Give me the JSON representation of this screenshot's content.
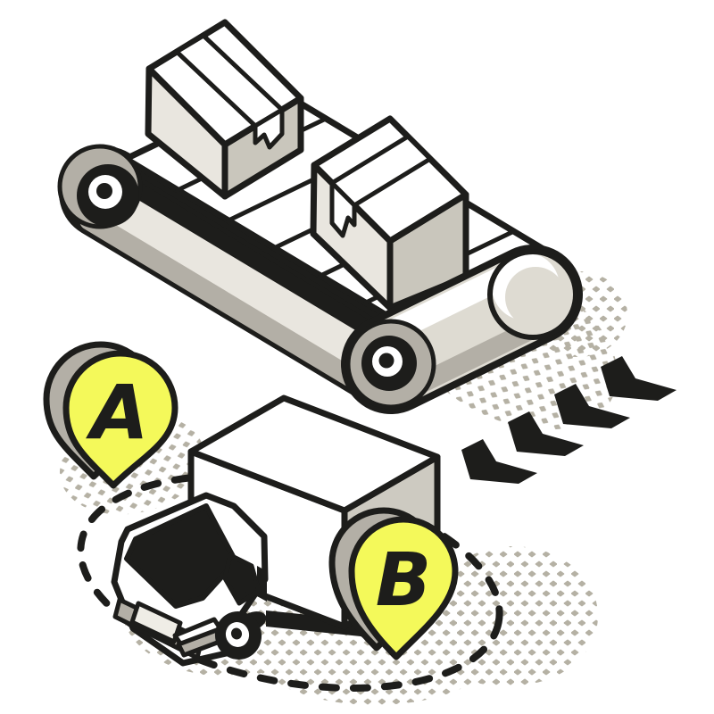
{
  "illustration": {
    "description_labels": {
      "pin_a": "A",
      "pin_b": "B"
    },
    "pins": [
      {
        "id": "pin-a",
        "label": "A"
      },
      {
        "id": "pin-b",
        "label": "B"
      }
    ],
    "palette": {
      "ink": "#1d1d1b",
      "paper": "#ffffff",
      "beige": "#e9e6df",
      "warm-gray": "#b3afa6",
      "light-gray": "#cdcac1",
      "lobe-beige": "#dedbd2",
      "box-side-gray": "#c9c6bc",
      "dot-gray": "#b5b1a4",
      "yellow": "#f4f95a",
      "plate": "#efede6"
    },
    "parts": [
      "conveyor-belt",
      "cardboard-box-1",
      "cardboard-box-2",
      "delivery-truck",
      "location-pin-a",
      "location-pin-b",
      "route-chevrons",
      "route-dashed-loop",
      "halftone-dot-texture"
    ]
  }
}
